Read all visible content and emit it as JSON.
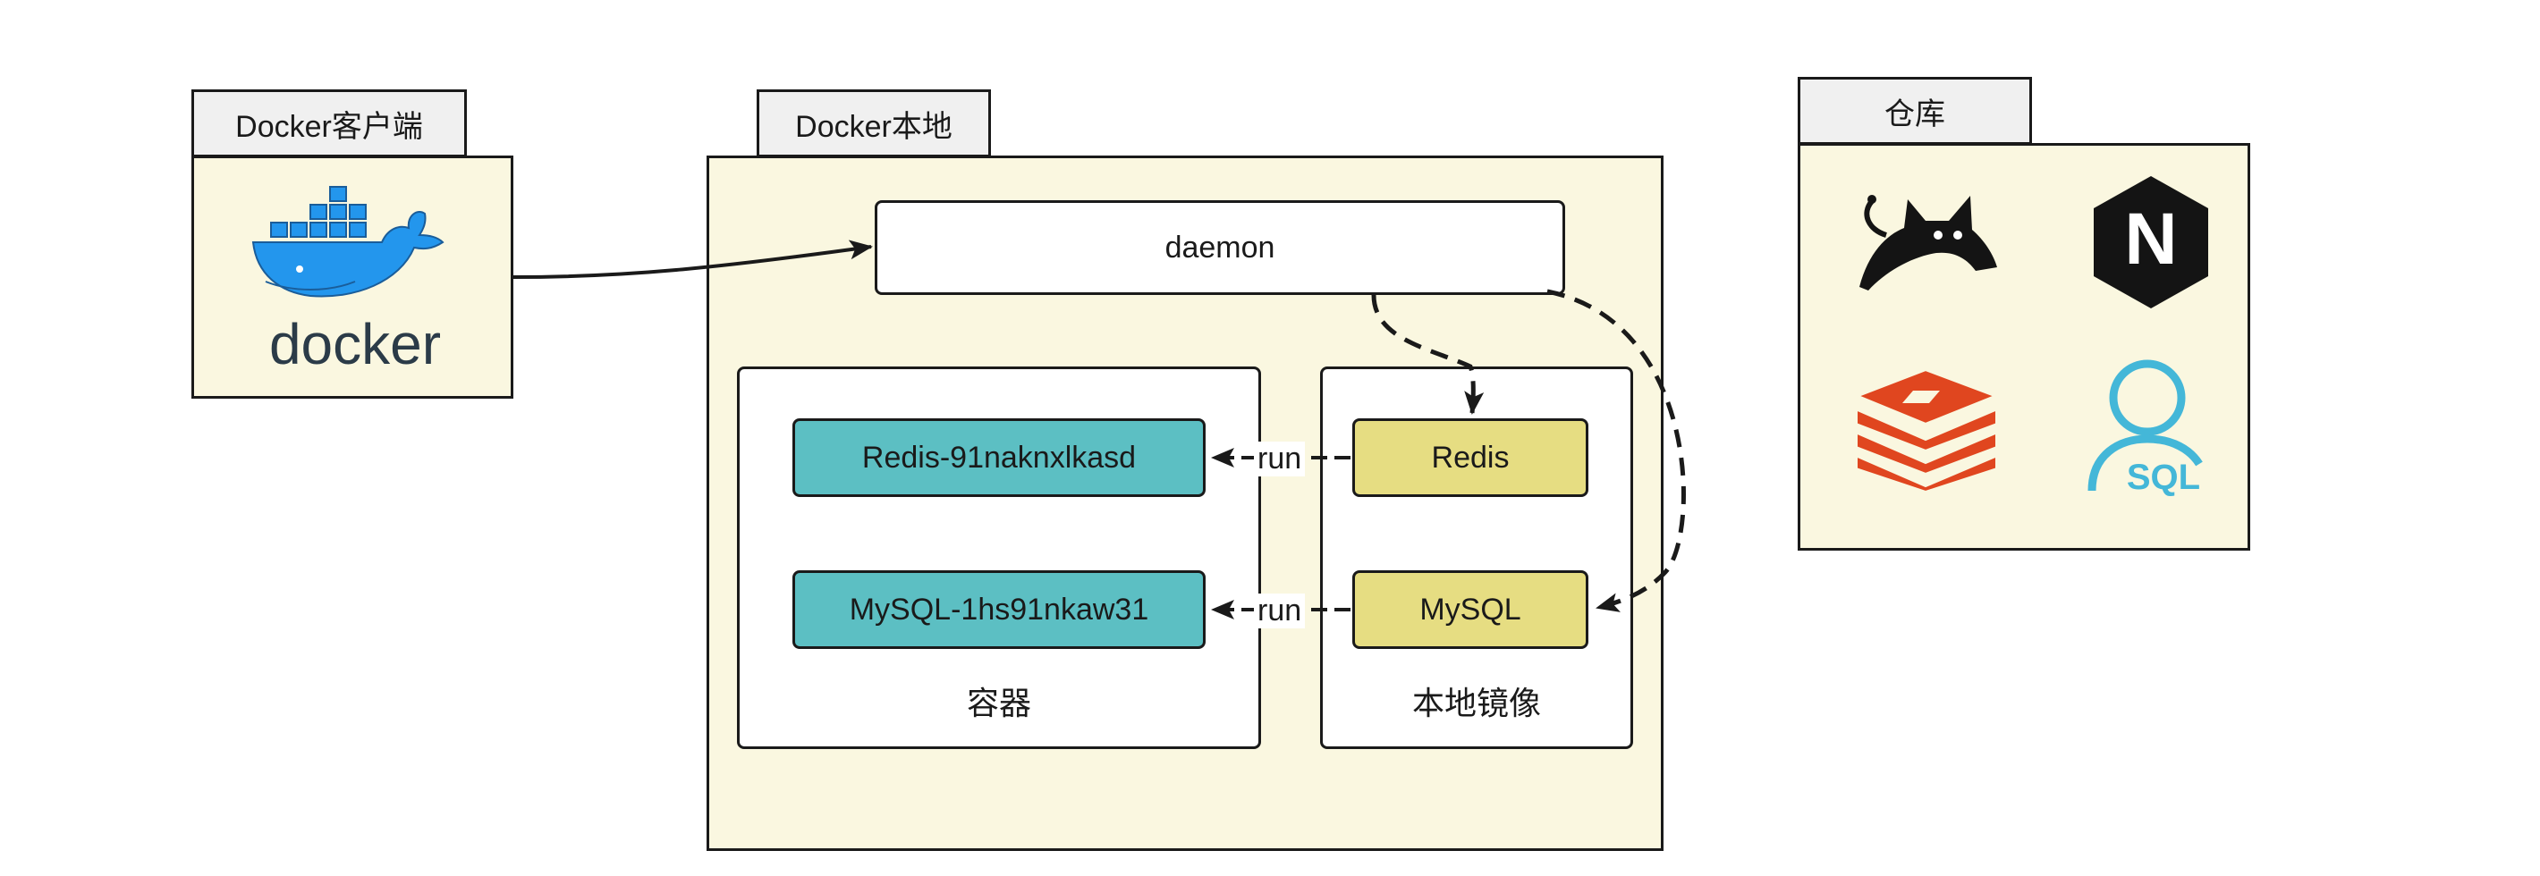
{
  "client": {
    "tab_label": "Docker客户端",
    "logo_text": "docker"
  },
  "local": {
    "tab_label": "Docker本地",
    "daemon_label": "daemon",
    "containers": {
      "items": [
        "Redis-91naknxlkasd",
        "MySQL-1hs91nkaw31"
      ],
      "caption": "容器"
    },
    "images": {
      "items": [
        "Redis",
        "MySQL"
      ],
      "caption": "本地镜像"
    },
    "run_label": "run"
  },
  "registry": {
    "tab_label": "仓库",
    "icons": [
      "tomcat-icon",
      "nginx-icon",
      "redis-icon",
      "sql-icon"
    ],
    "sql_text": "SQL",
    "nginx_text": "N"
  },
  "colors": {
    "panel_bg": "#faf7e0",
    "container_teal": "#5cbfc3",
    "image_yellow": "#e6dd82",
    "docker_blue": "#2396ed",
    "redis_red": "#e0461f",
    "sql_cyan": "#44b7d8"
  }
}
